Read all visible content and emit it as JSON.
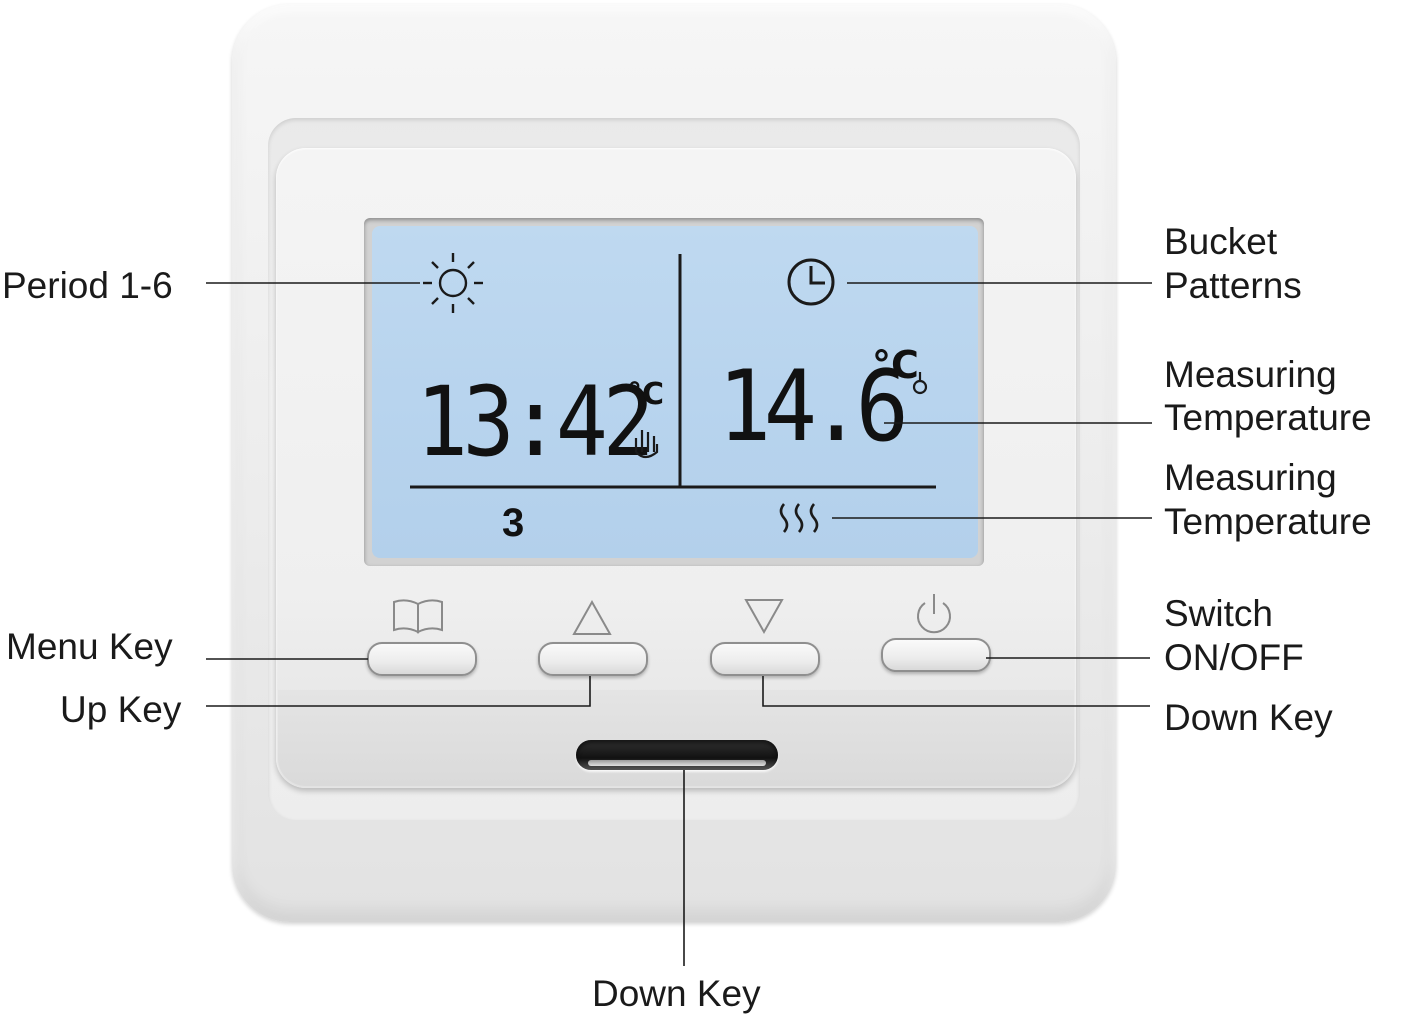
{
  "display": {
    "time": "13:42",
    "time_unit": "°C",
    "temperature": "14.6",
    "temperature_unit": "°C",
    "period_number": "3"
  },
  "labels": {
    "period": "Period 1-6",
    "bucket_line1": "Bucket",
    "bucket_line2": "Patterns",
    "measuring1_line1": "Measuring",
    "measuring1_line2": "Temperature",
    "measuring2_line1": "Measuring",
    "measuring2_line2": "Temperature",
    "menu_key": "Menu Key",
    "up_key": "Up Key",
    "switch_line1": "Switch",
    "switch_line2": "ON/OFF",
    "down_key_right": "Down Key",
    "down_key_bottom": "Down Key"
  },
  "icons": {
    "period": "sun-icon",
    "bucket": "clock-icon",
    "heating": "heat-waves-icon",
    "manual": "hand-icon",
    "sensor": "thermometer-drop-icon",
    "menu": "book-icon",
    "up": "triangle-up-icon",
    "down": "triangle-down-icon",
    "power": "power-icon"
  },
  "colors": {
    "lcd_background": "#b8d4ee",
    "housing": "#eeeeee",
    "label_text": "#1a1a1a",
    "segment_text": "#111111"
  }
}
